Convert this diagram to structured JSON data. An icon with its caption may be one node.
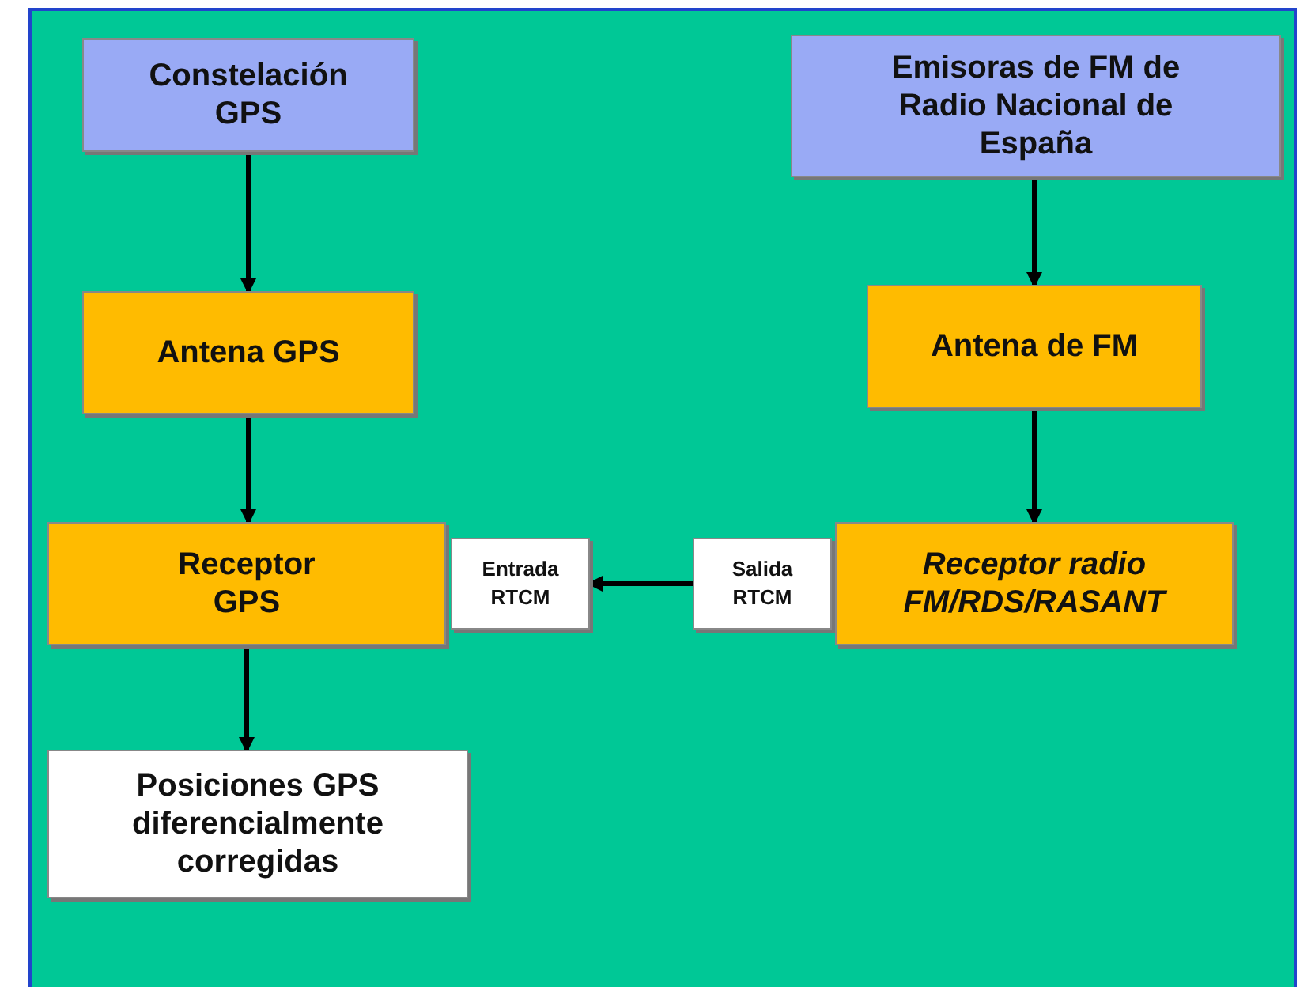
{
  "diagram": {
    "nodes": [
      {
        "text": [
          "Constelación GPS"
        ]
      },
      {
        "text": [
          "Antena GPS"
        ]
      },
      {
        "text": [
          "Receptor GPS"
        ]
      },
      {
        "text": [
          "Entrada RTCM"
        ]
      },
      {
        "text": [
          "Posiciones GPS diferencialmente corregidas"
        ]
      },
      {
        "text": [
          "Emisoras de FM de Radio Nacional de España"
        ]
      },
      {
        "text": [
          "Antena de FM"
        ]
      },
      {
        "text": [
          "Receptor radio FM/RDS/RASANT"
        ]
      },
      {
        "text": [
          "Salida RTCM"
        ]
      }
    ],
    "edges": [
      {
        "from": 0,
        "to": 1,
        "arrow": "to"
      },
      {
        "from": 1,
        "to": 2,
        "arrow": "to"
      },
      {
        "from": 2,
        "to": 4,
        "arrow": "to"
      },
      {
        "from": 5,
        "to": 6,
        "arrow": "to"
      },
      {
        "from": 6,
        "to": 7,
        "arrow": "to"
      },
      {
        "from": 8,
        "to": 3,
        "arrow": "to"
      }
    ]
  }
}
